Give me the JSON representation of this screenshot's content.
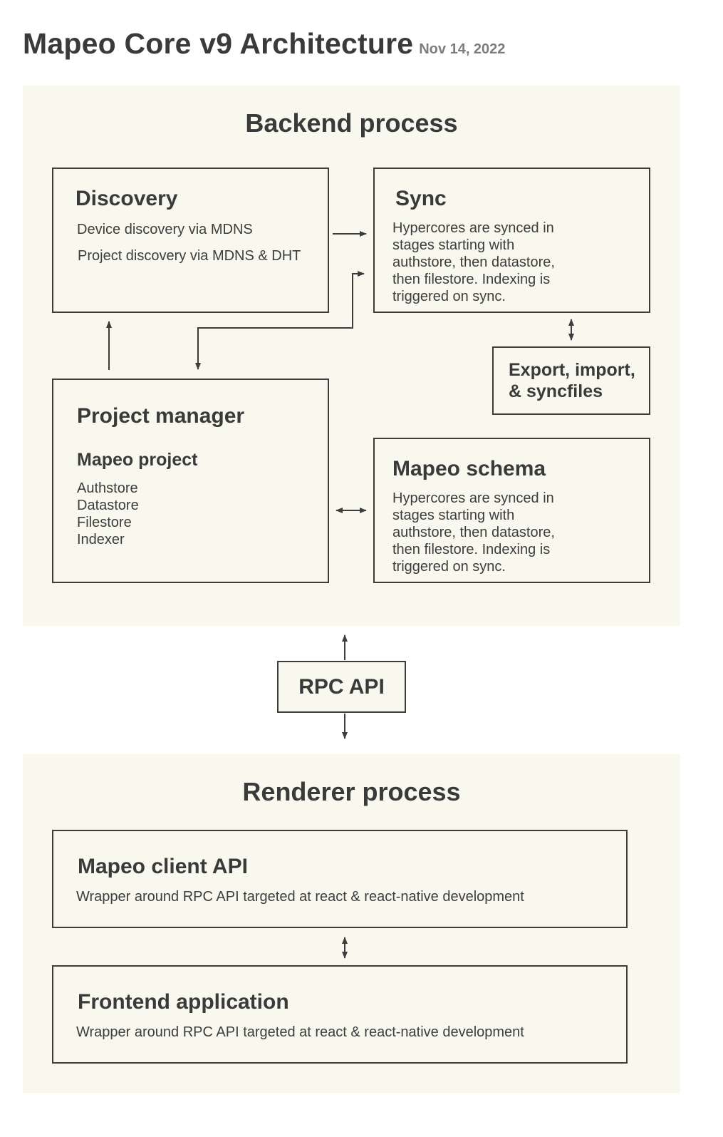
{
  "header": {
    "title": "Mapeo Core v9 Architecture",
    "date": "Nov 14, 2022"
  },
  "backend": {
    "title": "Backend process",
    "discovery": {
      "title": "Discovery",
      "items": [
        "Device discovery via MDNS",
        "Project discovery via MDNS & DHT"
      ]
    },
    "sync": {
      "title": "Sync",
      "description": "Hypercores are synced in\nstages starting with\nauthstore, then datastore,\nthen filestore. Indexing is\ntriggered on sync."
    },
    "export": {
      "title": "Export, import,\n& syncfiles"
    },
    "project_manager": {
      "title": "Project manager",
      "subtitle": "Mapeo project",
      "items": [
        "Authstore",
        "Datastore",
        "Filestore",
        "Indexer"
      ]
    },
    "schema": {
      "title": "Mapeo schema",
      "description": "Hypercores are synced in\nstages starting with\nauthstore, then datastore,\nthen filestore. Indexing is\ntriggered on sync."
    }
  },
  "rpc": {
    "label": "RPC API"
  },
  "renderer": {
    "title": "Renderer process",
    "client_api": {
      "title": "Mapeo client API",
      "description": "Wrapper around RPC API targeted at react & react-native development"
    },
    "frontend": {
      "title": "Frontend application",
      "description": "Wrapper around RPC API targeted at react & react-native development"
    }
  }
}
